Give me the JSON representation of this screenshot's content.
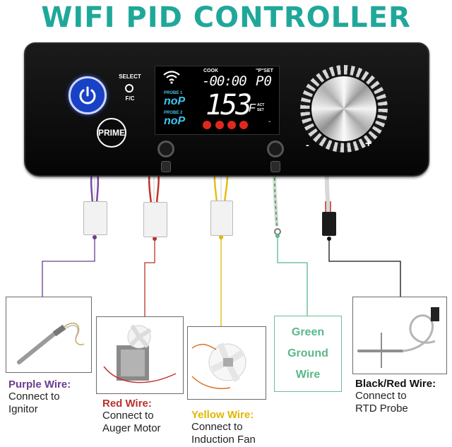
{
  "title": "WIFI PID CONTROLLER",
  "controller": {
    "select_label": "SELECT",
    "fc_label": "F/C",
    "prime_label": "PRIME",
    "knob_minus": "-",
    "knob_plus": "+",
    "display": {
      "cook_label": "COOK",
      "pset_label": "\"P\"SET",
      "timer": "-00:00",
      "p_value": "P0",
      "probe1_label": "PROBE 1",
      "probe1_value": "noP",
      "probe2_label": "PROBE 2",
      "probe2_value": "noP",
      "temperature": "153",
      "unit": "F",
      "act_label": "ACT",
      "set_label": "SET",
      "minus": "-"
    }
  },
  "wires": [
    {
      "title": "Purple Wire:",
      "desc": [
        "Connect to",
        "Ignitor"
      ],
      "color": "#6a3d8f"
    },
    {
      "title": "Red Wire:",
      "desc": [
        "Connect to",
        "Auger Motor"
      ],
      "color": "#b8322a"
    },
    {
      "title": "Yellow Wire:",
      "desc": [
        "Connect to",
        "Induction Fan"
      ],
      "color": "#e0b800"
    },
    {
      "title": "Green Ground Wire",
      "words": [
        "Green",
        "Ground",
        "Wire"
      ],
      "color": "#5ab88a"
    },
    {
      "title": "Black/Red Wire:",
      "desc": [
        "Connect to",
        "RTD Probe"
      ],
      "color": "#111111"
    }
  ],
  "colors": {
    "title": "#1fa89a",
    "power_button": "#1842c6",
    "lcd_blue": "#3fc4ea",
    "status_red": "#e0281e"
  },
  "icons": [
    "power-icon",
    "wifi-icon",
    "igniter-status-icon",
    "auger-status-icon",
    "fan-status-icon",
    "alarm-status-icon"
  ]
}
